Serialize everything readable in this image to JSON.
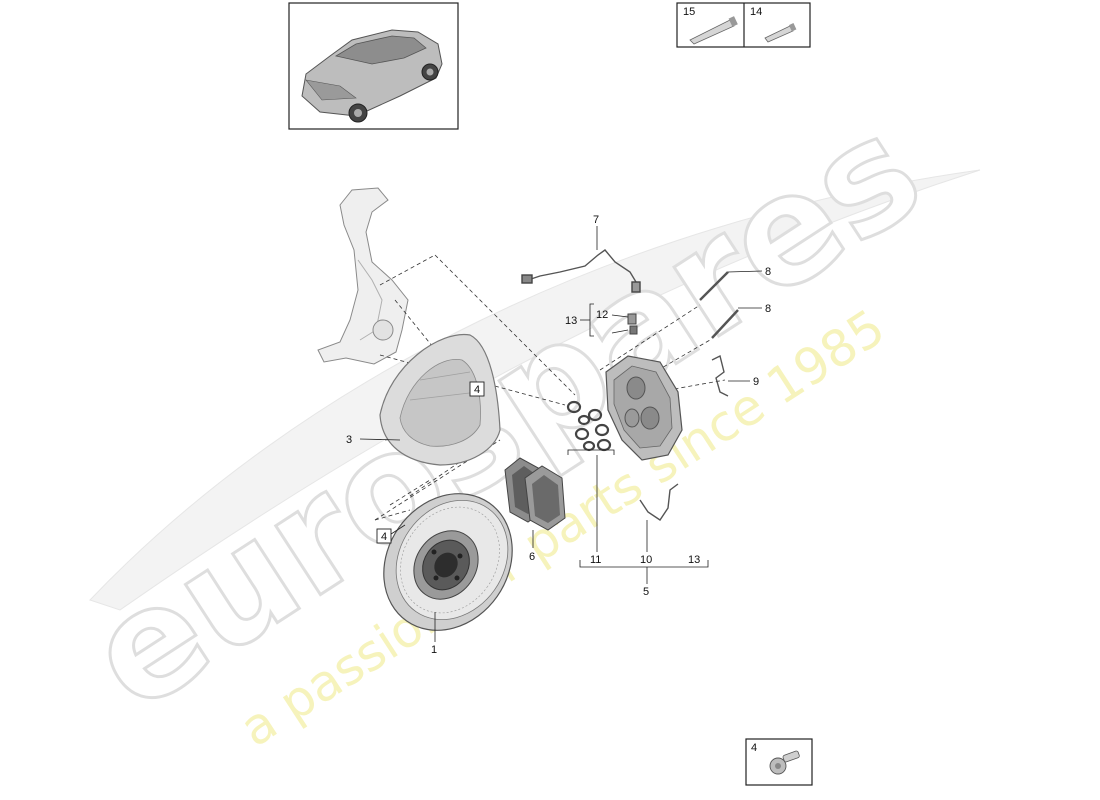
{
  "watermark": {
    "brand": "eurospares",
    "tagline": "a passion for parts since 1985",
    "brand_color": "#e2e2e2",
    "tagline_color": "#f4f0a8"
  },
  "consumables": [
    {
      "number": "15",
      "item": "tube-icon"
    },
    {
      "number": "14",
      "item": "tube-icon"
    }
  ],
  "fastener_box": {
    "number": "4",
    "item": "bolt-icon"
  },
  "vehicle_thumbnail": {
    "item": "suv-icon"
  },
  "callouts": {
    "disc": "1",
    "shield": "3",
    "shield_ref": "4",
    "disc_ref": "4",
    "pads": "6",
    "sensor": "7",
    "pin_upper": "8",
    "pin_lower": "8",
    "spring": "9",
    "bracket_13": "13",
    "bracket_12": "12",
    "caliper_11": "11",
    "caliper_10": "10",
    "caliper_13": "13",
    "caliper_5": "5"
  }
}
